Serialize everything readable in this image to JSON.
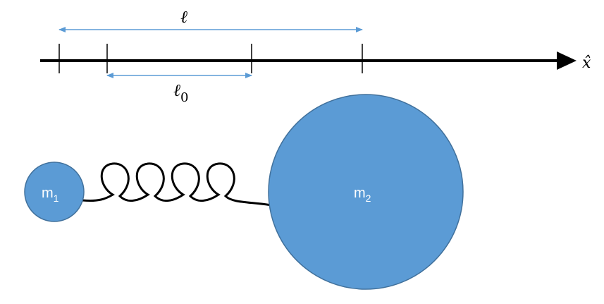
{
  "labels": {
    "ell": "ℓ",
    "ell0_main": "ℓ",
    "ell0_sub": "0",
    "xhat": "x̂",
    "m1_main": "m",
    "m1_sub": "1",
    "m2_main": "m",
    "m2_sub": "2"
  },
  "colors": {
    "mass_fill": "#5B9BD5",
    "mass_stroke": "#41719C",
    "dimension_arrow": "#5B9BD5",
    "axis": "#000000",
    "spring": "#000000"
  }
}
